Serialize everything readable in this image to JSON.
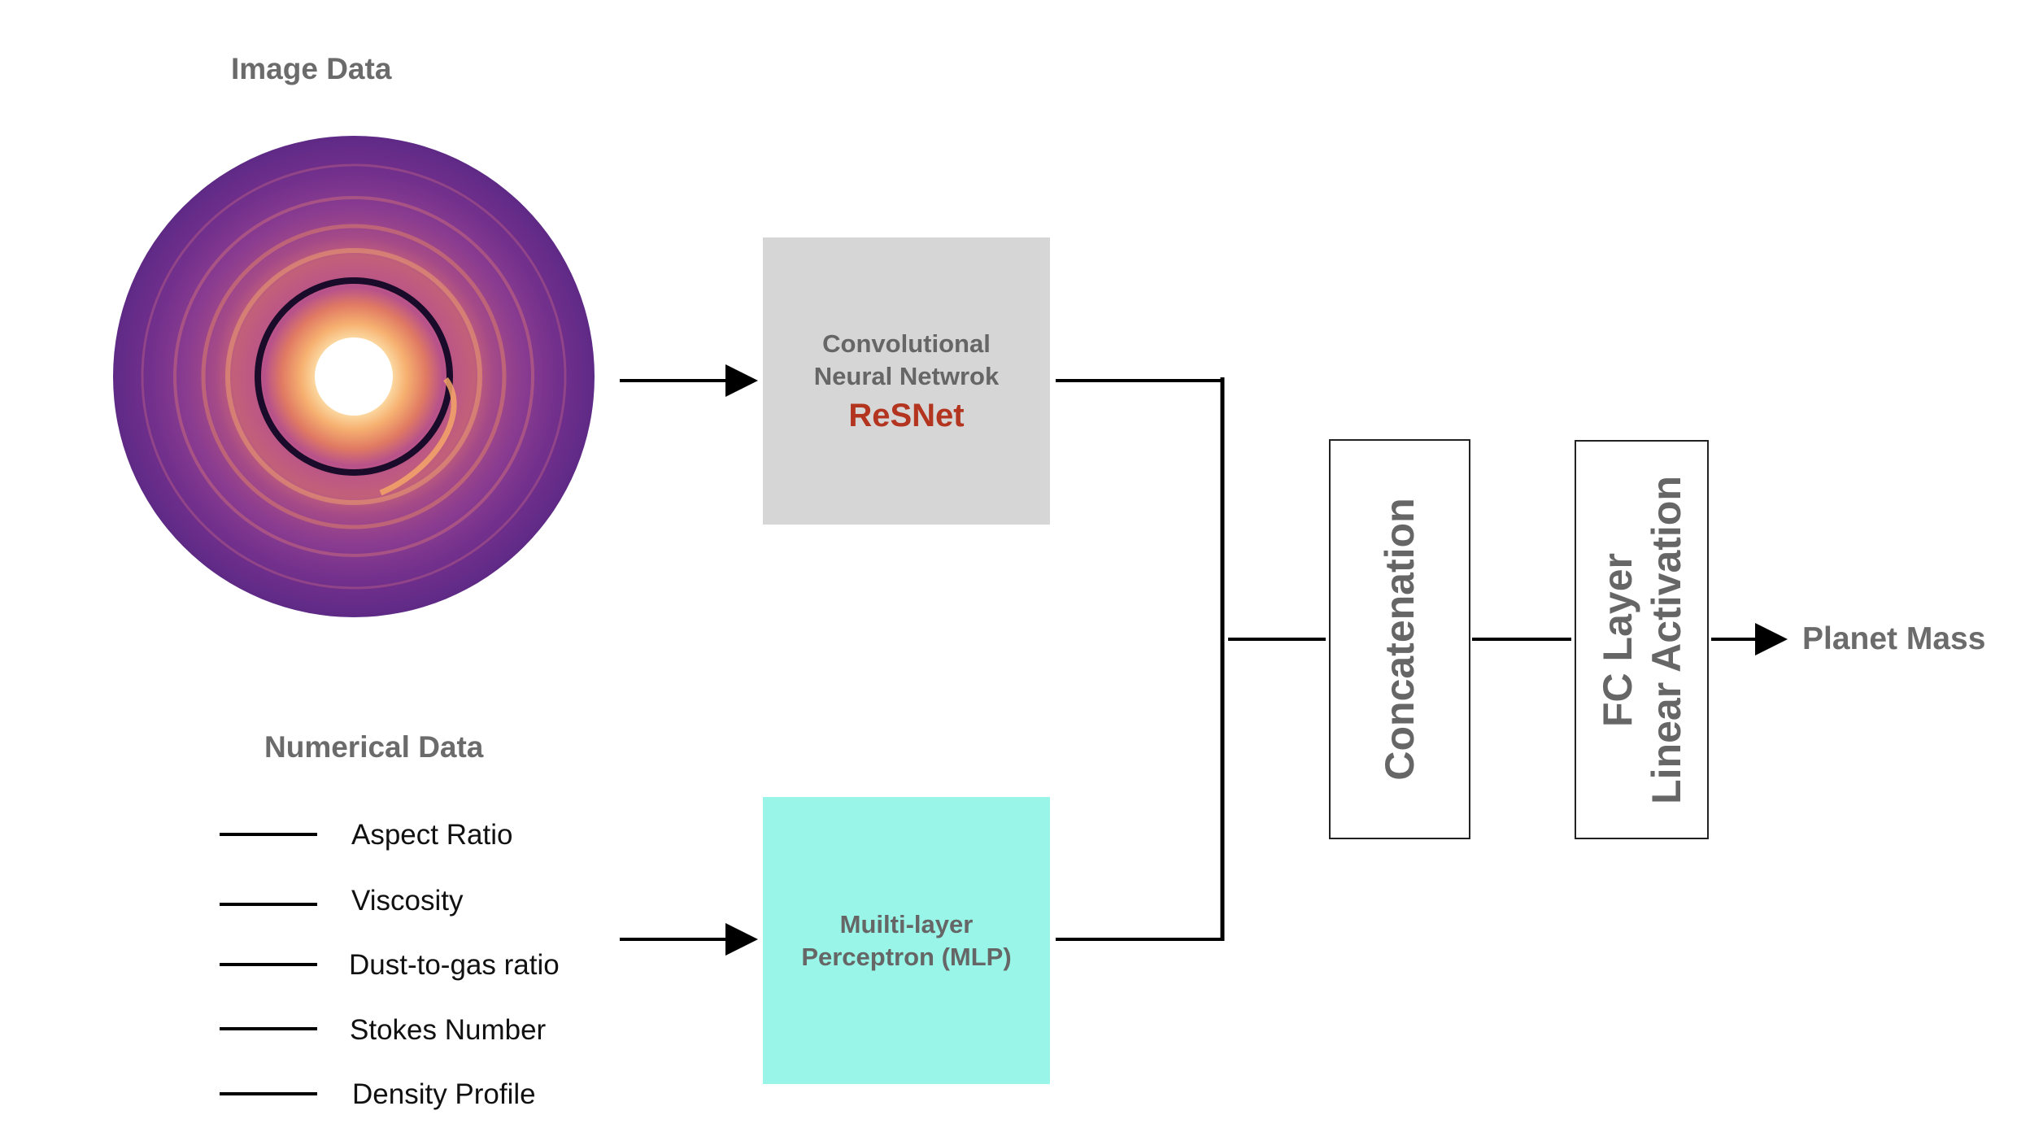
{
  "image_section": {
    "title": "Image Data"
  },
  "numerical_section": {
    "title": "Numerical Data",
    "items": [
      "Aspect Ratio",
      "Viscosity",
      "Dust-to-gas ratio",
      "Stokes Number",
      "Density Profile"
    ]
  },
  "cnn": {
    "line1": "Convolutional",
    "line2": "Neural Netwrok",
    "name": "ReSNet"
  },
  "mlp": {
    "line1": "Muilti-layer",
    "line2": "Perceptron (MLP)"
  },
  "concat": {
    "label": "Concatenation"
  },
  "fc": {
    "line1": "FC Layer",
    "line2": "Linear Activation"
  },
  "output": {
    "label": "Planet Mass"
  },
  "colors": {
    "cnn_fill": "#d6d6d6",
    "mlp_fill": "#99f5e7",
    "resnet_text": "#b3341f",
    "disk_outer": "#6a2c8c",
    "disk_inner": "#f3a25e"
  }
}
